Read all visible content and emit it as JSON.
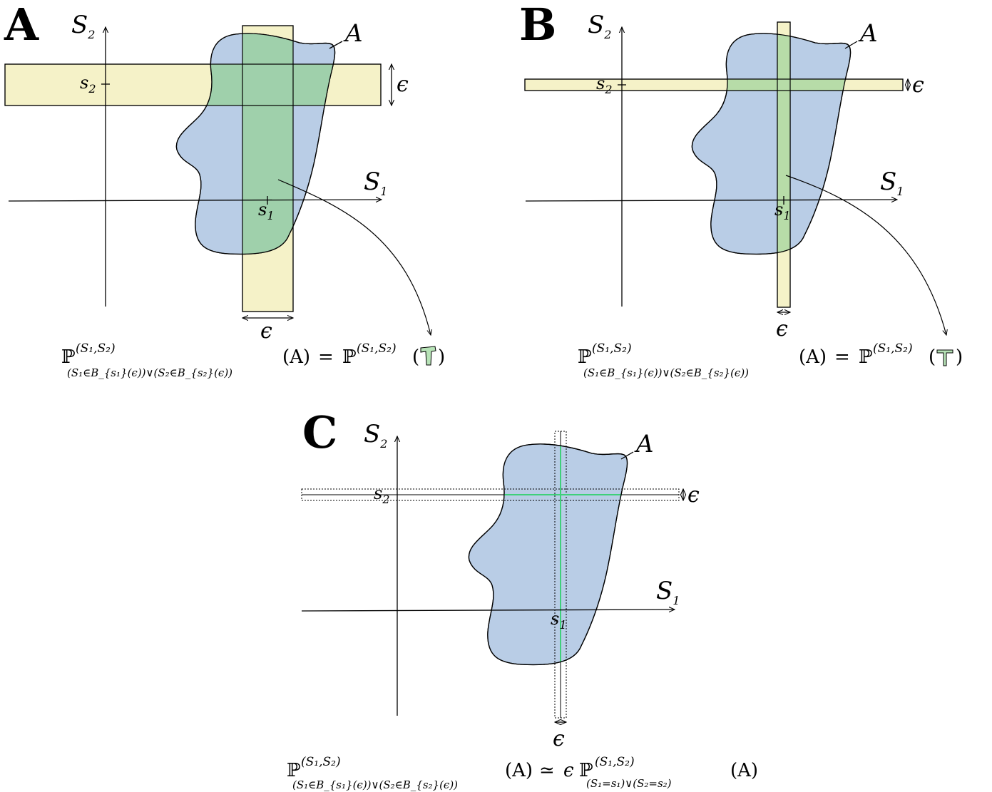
{
  "panels": [
    {
      "letter": "A",
      "axis_x": "S",
      "axis_x_sub": "1",
      "axis_y": "S",
      "axis_y_sub": "2",
      "tick_x": "s",
      "tick_x_sub": "1",
      "tick_y": "s",
      "tick_y_sub": "2",
      "set_label": "A",
      "epsilon_h": "ϵ",
      "epsilon_v": "ϵ",
      "formula_sup": "(S₁,S₂)",
      "formula_sub": "(S₁∈B",
      "formula_sub_full": "(S₁∈B_{s₁}(ϵ))∨(S₂∈B_{s₂}(ϵ))",
      "formula_rhs_sup": "(S₁,S₂)",
      "formula_arg": "(A)",
      "formula_eq": "="
    },
    {
      "letter": "B",
      "axis_x": "S",
      "axis_x_sub": "1",
      "axis_y": "S",
      "axis_y_sub": "2",
      "tick_x": "s",
      "tick_x_sub": "1",
      "tick_y": "s",
      "tick_y_sub": "2",
      "set_label": "A",
      "epsilon_h": "ϵ",
      "epsilon_v": "ϵ",
      "formula_sup": "(S₁,S₂)",
      "formula_sub_full": "(S₁∈B_{s₁}(ϵ))∨(S₂∈B_{s₂}(ϵ))",
      "formula_rhs_sup": "(S₁,S₂)",
      "formula_arg": "(A)",
      "formula_eq": "="
    },
    {
      "letter": "C",
      "axis_x": "S",
      "axis_x_sub": "1",
      "axis_y": "S",
      "axis_y_sub": "2",
      "tick_x": "s",
      "tick_x_sub": "1",
      "tick_y": "s",
      "tick_y_sub": "2",
      "set_label": "A",
      "epsilon_h": "ϵ",
      "epsilon_v": "ϵ",
      "formula_sup": "(S₁,S₂)",
      "formula_sub_full": "(S₁∈B_{s₁}(ϵ))∨(S₂∈B_{s₂}(ϵ))",
      "formula_rhs_sup": "(S₁,S₂)",
      "formula_rhs_sub": "(S₁=s₁)∨(S₂=s₂)",
      "formula_arg": "(A)",
      "formula_eq": "≃",
      "formula_eps": "ϵ"
    }
  ],
  "colors": {
    "region_blue": "#b9cde6",
    "band_yellow": "#f5f2c8",
    "overlap_green_a": "#9fd0ab",
    "overlap_green_b": "#b7dca8",
    "line_green_c": "#3fd07a"
  }
}
